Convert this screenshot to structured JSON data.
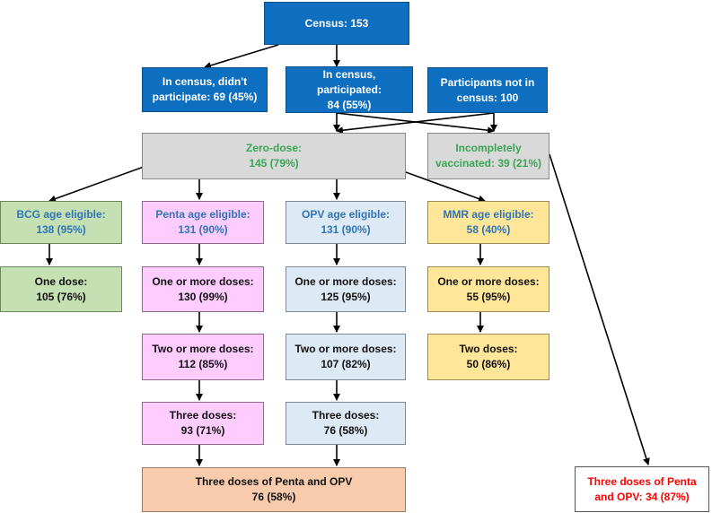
{
  "census": {
    "line1": "Census: 153"
  },
  "didnt_participate": {
    "line1": "In census, didn't",
    "line2": "participate: 69 (45%)"
  },
  "participated": {
    "line1": "In census,",
    "line2": "participated:",
    "line3": "84 (55%)"
  },
  "not_in_census": {
    "line1": "Participants not in",
    "line2": "census: 100"
  },
  "zero_dose": {
    "line1": "Zero-dose:",
    "line2": "145 (79%)"
  },
  "incompletely": {
    "line1": "Incompletely",
    "line2": "vaccinated: 39 (21%)"
  },
  "bcg": {
    "eligible": {
      "line1": "BCG age eligible:",
      "line2": "138 (95%)"
    },
    "one_dose": {
      "line1": "One dose:",
      "line2": "105 (76%)"
    }
  },
  "penta": {
    "eligible": {
      "line1": "Penta age eligible:",
      "line2": "131 (90%)"
    },
    "one_or_more": {
      "line1": "One or more doses:",
      "line2": "130 (99%)"
    },
    "two_or_more": {
      "line1": "Two or more doses:",
      "line2": "112 (85%)"
    },
    "three": {
      "line1": "Three doses:",
      "line2": "93 (71%)"
    }
  },
  "opv": {
    "eligible": {
      "line1": "OPV age eligible:",
      "line2": "131 (90%)"
    },
    "one_or_more": {
      "line1": "One or more doses:",
      "line2": "125 (95%)"
    },
    "two_or_more": {
      "line1": "Two or more doses:",
      "line2": "107 (82%)"
    },
    "three": {
      "line1": "Three doses:",
      "line2": "76 (58%)"
    }
  },
  "mmr": {
    "eligible": {
      "line1": "MMR age eligible:",
      "line2": "58 (40%)"
    },
    "one_or_more": {
      "line1": "One or more doses:",
      "line2": "55 (95%)"
    },
    "two": {
      "line1": "Two doses:",
      "line2": "50 (86%)"
    }
  },
  "penta_opv_zero": {
    "line1": "Three doses of Penta and OPV",
    "line2": "76 (58%)"
  },
  "penta_opv_incomplete": {
    "line1": "Three doses of Penta",
    "line2": "and OPV: 34 (87%)"
  },
  "colors": {
    "blue": "#0e6fc1",
    "gray": "#d9d9d9",
    "green": "#c5e0b3",
    "pink": "#ffccff",
    "light_blue": "#dde9f5",
    "yellow": "#ffe699",
    "peach": "#f8cbad",
    "green_text": "#3aa655",
    "blue_text": "#2f75b5",
    "red_text": "#ff0000"
  }
}
